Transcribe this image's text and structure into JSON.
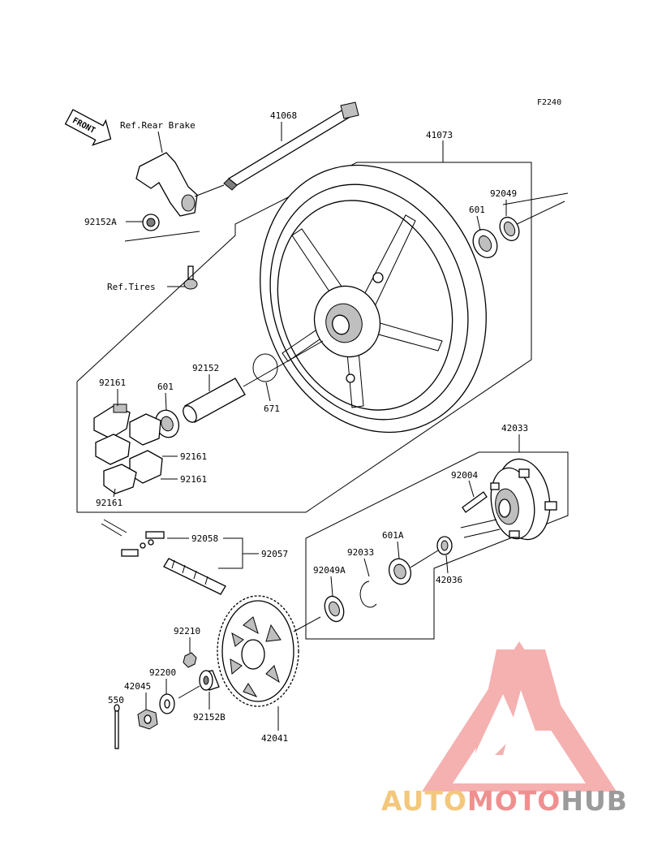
{
  "figure_code": "F2240",
  "front_arrow": {
    "text": "FRONT"
  },
  "reference_labels": {
    "rear_brake": "Ref.Rear Brake",
    "tires": "Ref.Tires"
  },
  "parts": {
    "axle": "41068",
    "wheel": "41073",
    "seal_right": "92049",
    "bearing_right": "601",
    "collar_brake": "92152A",
    "collar_center": "92152",
    "bearing_left": "601",
    "o_ring": "671",
    "damper_top": "92161",
    "damper_mid": "92161",
    "damper_low": "92161",
    "damper_bottom": "92161",
    "coupling": "42033",
    "stud": "92004",
    "circlip": "92033",
    "bearing_coupling": "601A",
    "coupling_sleeve": "42036",
    "seal_coupling": "92049A",
    "chain_joint": "92058",
    "chain": "92057",
    "sprocket_stud_nut": "92210",
    "washer": "92200",
    "axle_nut": "42045",
    "cotter_pin": "550",
    "collar_outer": "92152B",
    "sprocket": "42041"
  },
  "watermark": {
    "part1": "AUTO",
    "part2": "MOTO",
    "part3": "HUB",
    "colors": {
      "auto": "#f3c77c",
      "moto": "#f08f8f",
      "hub": "#9b9b9b",
      "logo": "#f4a3a3"
    }
  }
}
